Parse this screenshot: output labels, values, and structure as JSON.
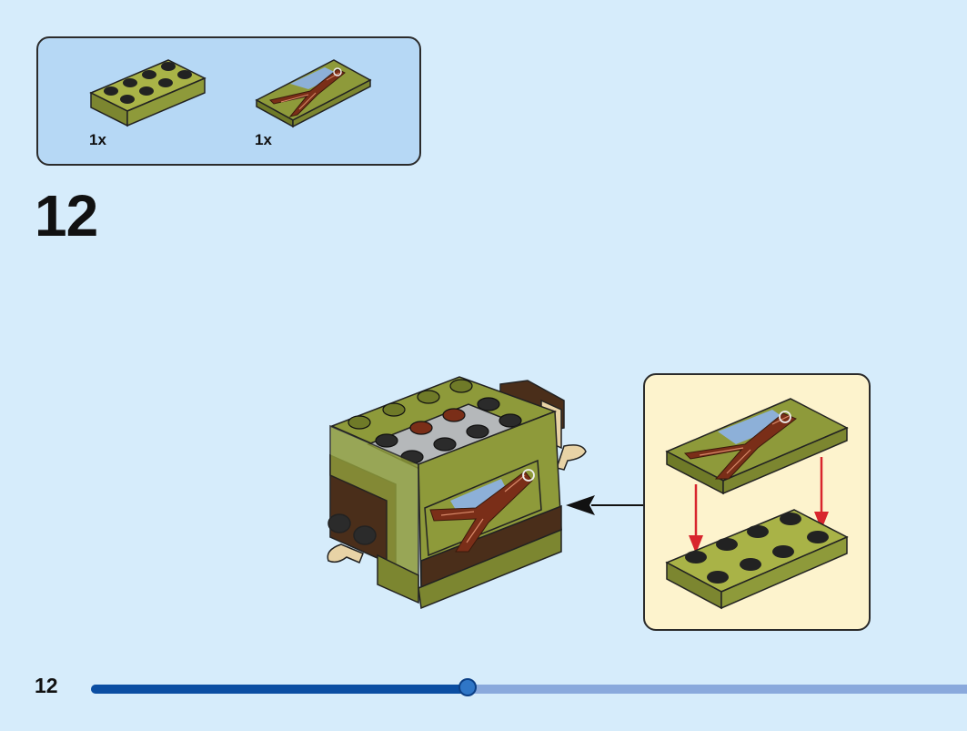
{
  "parts_list": {
    "items": [
      {
        "quantity": "1x",
        "part_icon": "olive-plate-2x4-icon"
      },
      {
        "quantity": "1x",
        "part_icon": "printed-tile-2x4-icon"
      }
    ]
  },
  "step": {
    "number": "12"
  },
  "footer": {
    "page_number": "12",
    "progress_fraction": 0.43
  },
  "colors": {
    "background": "#d6ecfb",
    "parts_box": "#b6d8f5",
    "callout": "#fdf3cd",
    "olive": "#8e9a3a",
    "dark_brown": "#4a2e1a",
    "reddish_brown": "#7a2e18",
    "light_grey": "#b5b8ba",
    "tan": "#e8d3a6",
    "arrow_red": "#d8252d",
    "progress_fill": "#0b4ea2",
    "progress_track": "#8aa9dc"
  }
}
